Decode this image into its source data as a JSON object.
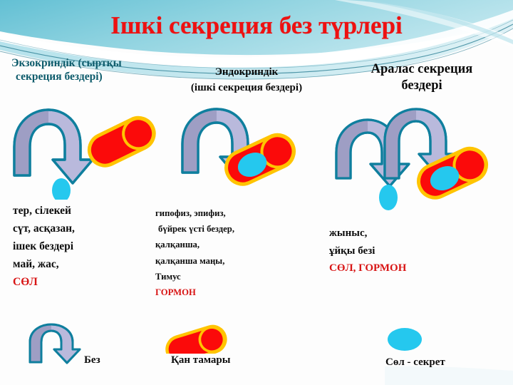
{
  "slide": {
    "title": "Ішкі секреция без түрлері",
    "title_color": "#ee1111",
    "background_accent": "#7ec9da"
  },
  "columns": [
    {
      "id": "exocrine",
      "heading_line1": "Экзокриндік (сыртқы",
      "heading_line2": " секреция бездері)",
      "heading_color": "#0d5b6b",
      "diagram": {
        "arrows": 1,
        "free_secretion": true,
        "secretion_in_vessel": false,
        "vessel": true
      },
      "body_lines": [
        {
          "text": "тер, сілекей",
          "color": "#0d0d0d"
        },
        {
          "text": "сүт, асқазан,",
          "color": "#0d0d0d"
        },
        {
          "text": "ішек бездері",
          "color": "#0d0d0d"
        },
        {
          "text": "май, жас,",
          "color": "#0d0d0d"
        },
        {
          "text": "СӨЛ",
          "color": "#d81414"
        }
      ]
    },
    {
      "id": "endocrine",
      "heading_line1": "Эндокриндік",
      "heading_line2": "(ішкі секреция бездері)",
      "heading_color": "#0a0a0a",
      "diagram": {
        "arrows": 1,
        "free_secretion": false,
        "secretion_in_vessel": true,
        "vessel": true
      },
      "body_lines": [
        {
          "text": "гипофиз, эпифиз,",
          "color": "#0d0d0d"
        },
        {
          "text": "бүйрек үсті бездер,",
          "color": "#0d0d0d"
        },
        {
          "text": "қалқанша,",
          "color": "#0d0d0d"
        },
        {
          "text": "қалқанша маңы,",
          "color": "#0d0d0d"
        },
        {
          "text": "Тимус",
          "color": "#0d0d0d"
        },
        {
          "text": "ГОРМОН",
          "color": "#d81414"
        }
      ]
    },
    {
      "id": "mixed",
      "heading_line1": "Аралас секреция",
      "heading_line2": "бездері",
      "heading_color": "#0a0a0a",
      "diagram": {
        "arrows": 2,
        "free_secretion": true,
        "secretion_in_vessel": true,
        "vessel": true
      },
      "body_lines": [
        {
          "text": "жыныс,",
          "color": "#0d0d0d"
        },
        {
          "text": "ұйқы безі",
          "color": "#0d0d0d"
        },
        {
          "text": "СӨЛ, ГОРМОН",
          "color": "#d81414"
        }
      ]
    }
  ],
  "legend": [
    {
      "id": "gland",
      "label": "Без",
      "symbol": "arch-arrow-icon"
    },
    {
      "id": "vessel",
      "label": "Қан тамары",
      "symbol": "blood-vessel-icon"
    },
    {
      "id": "secret",
      "label": "Сөл - секрет",
      "symbol": "secretion-drop-icon"
    }
  ],
  "palette": {
    "arrow_fill_light": "#c5c5e8",
    "arrow_fill_dark": "#9e9ec4",
    "arrow_stroke": "#0f7f9e",
    "vessel_fill": "#fb0a0a",
    "vessel_stroke": "#ffc400",
    "secretion_fill": "#25c8ee",
    "title_red": "#ee1111"
  }
}
